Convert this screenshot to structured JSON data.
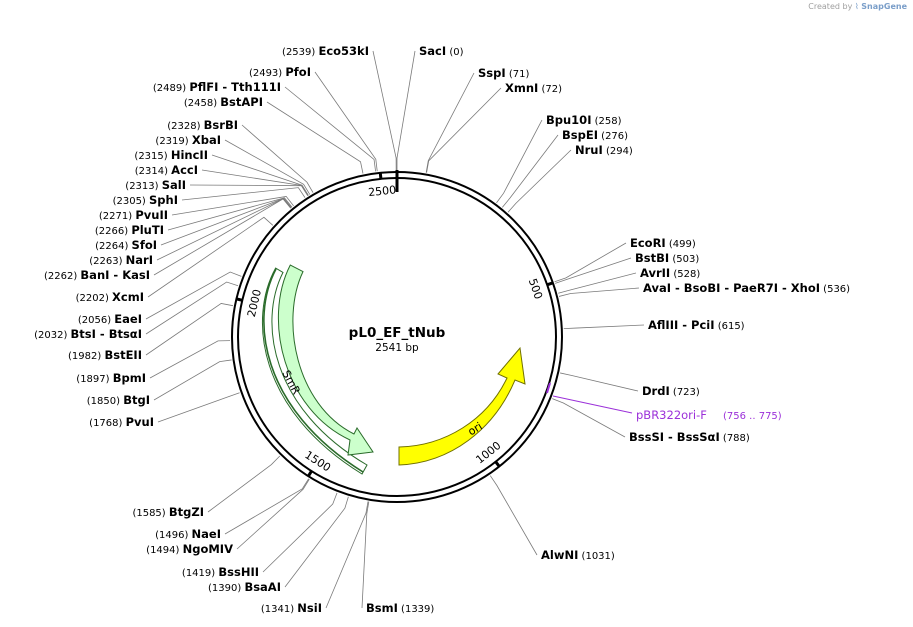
{
  "credit": {
    "prefix": "Created by",
    "brand": "SnapGene"
  },
  "plasmid": {
    "name": "pL0_EF_tNub",
    "length_label": "2541 bp",
    "length": 2541
  },
  "ticks": [
    "500",
    "1000",
    "1500",
    "2000",
    "2500"
  ],
  "features": [
    {
      "name": "SmR",
      "color": "#ccffcc",
      "stroke": "#2a6b2a"
    },
    {
      "name": "ori",
      "color": "#ffff00",
      "stroke": "#707000"
    }
  ],
  "primer": {
    "name": "pBR322ori-F",
    "pos": "(756 .. 775)",
    "color": "#9b30d9"
  },
  "sites": [
    {
      "names": [
        "SacI"
      ],
      "pos": "(0)"
    },
    {
      "names": [
        "SspI"
      ],
      "pos": "(71)"
    },
    {
      "names": [
        "XmnI"
      ],
      "pos": "(72)"
    },
    {
      "names": [
        "Bpu10I"
      ],
      "pos": "(258)"
    },
    {
      "names": [
        "BspEI"
      ],
      "pos": "(276)"
    },
    {
      "names": [
        "NruI"
      ],
      "pos": "(294)"
    },
    {
      "names": [
        "EcoRI"
      ],
      "pos": "(499)"
    },
    {
      "names": [
        "BstBI"
      ],
      "pos": "(503)"
    },
    {
      "names": [
        "AvrII"
      ],
      "pos": "(528)"
    },
    {
      "names": [
        "AvaI",
        "BsoBI",
        "PaeR7I",
        "XhoI"
      ],
      "pos": "(536)"
    },
    {
      "names": [
        "AflIII",
        "PciI"
      ],
      "pos": "(615)"
    },
    {
      "names": [
        "DrdI"
      ],
      "pos": "(723)"
    },
    {
      "names": [
        "BssSI",
        "BssSαI"
      ],
      "pos": "(788)"
    },
    {
      "names": [
        "AlwNI"
      ],
      "pos": "(1031)"
    },
    {
      "names": [
        "BsmI"
      ],
      "pos": "(1339)"
    },
    {
      "names": [
        "NsiI"
      ],
      "pos": "(1341)"
    },
    {
      "names": [
        "BsaAI"
      ],
      "pos": "(1390)"
    },
    {
      "names": [
        "BssHII"
      ],
      "pos": "(1419)"
    },
    {
      "names": [
        "NgoMIV"
      ],
      "pos": "(1494)"
    },
    {
      "names": [
        "NaeI"
      ],
      "pos": "(1496)"
    },
    {
      "names": [
        "BtgZI"
      ],
      "pos": "(1585)"
    },
    {
      "names": [
        "PvuI"
      ],
      "pos": "(1768)"
    },
    {
      "names": [
        "BtgI"
      ],
      "pos": "(1850)"
    },
    {
      "names": [
        "BpmI"
      ],
      "pos": "(1897)"
    },
    {
      "names": [
        "BstEII"
      ],
      "pos": "(1982)"
    },
    {
      "names": [
        "BtsI",
        "BtsαI"
      ],
      "pos": "(2032)"
    },
    {
      "names": [
        "EaeI"
      ],
      "pos": "(2056)"
    },
    {
      "names": [
        "XcmI"
      ],
      "pos": "(2202)"
    },
    {
      "names": [
        "BanI",
        "KasI"
      ],
      "pos": "(2262)"
    },
    {
      "names": [
        "NarI"
      ],
      "pos": "(2263)"
    },
    {
      "names": [
        "SfoI"
      ],
      "pos": "(2264)"
    },
    {
      "names": [
        "PluTI"
      ],
      "pos": "(2266)"
    },
    {
      "names": [
        "PvuII"
      ],
      "pos": "(2271)"
    },
    {
      "names": [
        "SphI"
      ],
      "pos": "(2305)"
    },
    {
      "names": [
        "SalI"
      ],
      "pos": "(2313)"
    },
    {
      "names": [
        "AccI"
      ],
      "pos": "(2314)"
    },
    {
      "names": [
        "HincII"
      ],
      "pos": "(2315)"
    },
    {
      "names": [
        "XbaI"
      ],
      "pos": "(2319)"
    },
    {
      "names": [
        "BsrBI"
      ],
      "pos": "(2328)"
    },
    {
      "names": [
        "BstAPI"
      ],
      "pos": "(2458)"
    },
    {
      "names": [
        "PflFI",
        "Tth111I"
      ],
      "pos": "(2489)"
    },
    {
      "names": [
        "PfoI"
      ],
      "pos": "(2493)"
    },
    {
      "names": [
        "Eco53kI"
      ],
      "pos": "(2539)"
    }
  ]
}
